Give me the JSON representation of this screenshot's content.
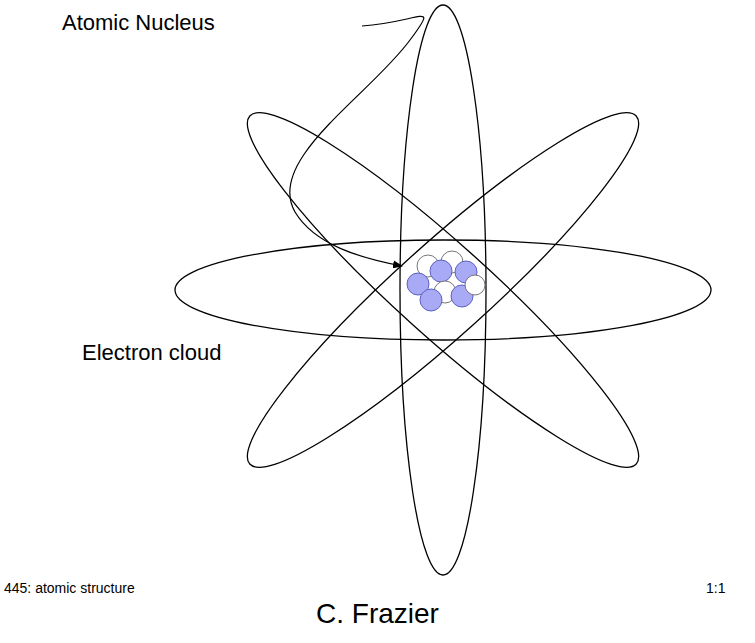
{
  "diagram": {
    "caption": "C. Frazier",
    "labels": [
      "Atomic Nucleus",
      "Electron cloud",
      "445: atomic structure",
      "1:1"
    ]
  }
}
